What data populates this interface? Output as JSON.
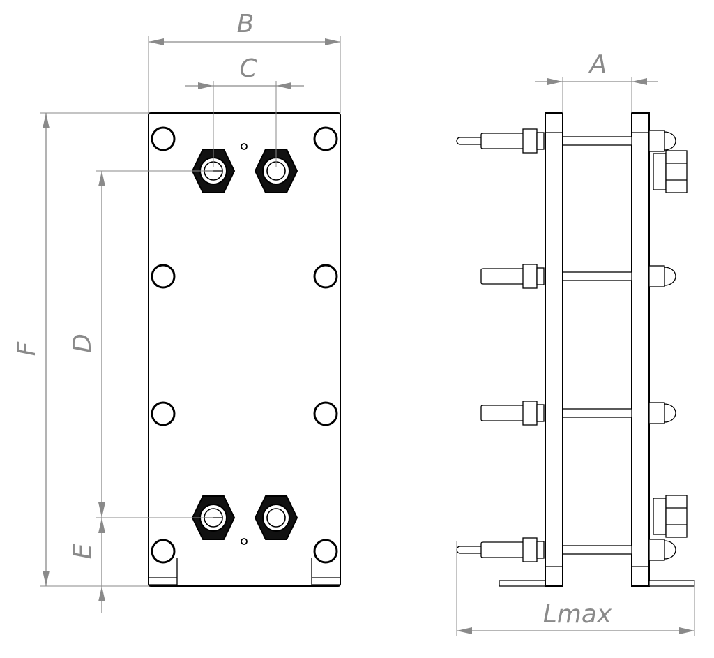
{
  "diagram": {
    "labels": {
      "B": "B",
      "C": "C",
      "A": "A",
      "F": "F",
      "D": "D",
      "E": "E",
      "Lmax": "Lmax"
    },
    "colors": {
      "outline": "#000000",
      "dimension": "#8a8a8a",
      "background": "#ffffff"
    }
  }
}
